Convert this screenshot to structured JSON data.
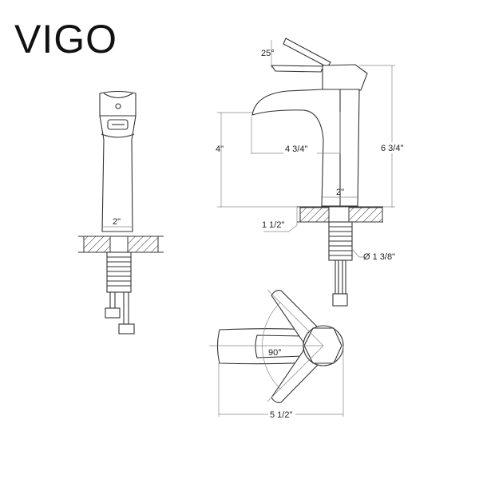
{
  "brand": {
    "logo_text": "VIGO"
  },
  "front_view": {
    "base_width": "2\""
  },
  "side_view": {
    "handle_angle": "25°",
    "spout_height": "4\"",
    "spout_reach": "4 3/4\"",
    "total_height": "6 3/4\"",
    "base_width": "2\"",
    "max_deck_thickness": "1 1/2\"",
    "hole_diameter": "Ø 1 3/8\""
  },
  "top_view": {
    "handle_rotation": "90°",
    "total_length": "5 1/2\""
  }
}
